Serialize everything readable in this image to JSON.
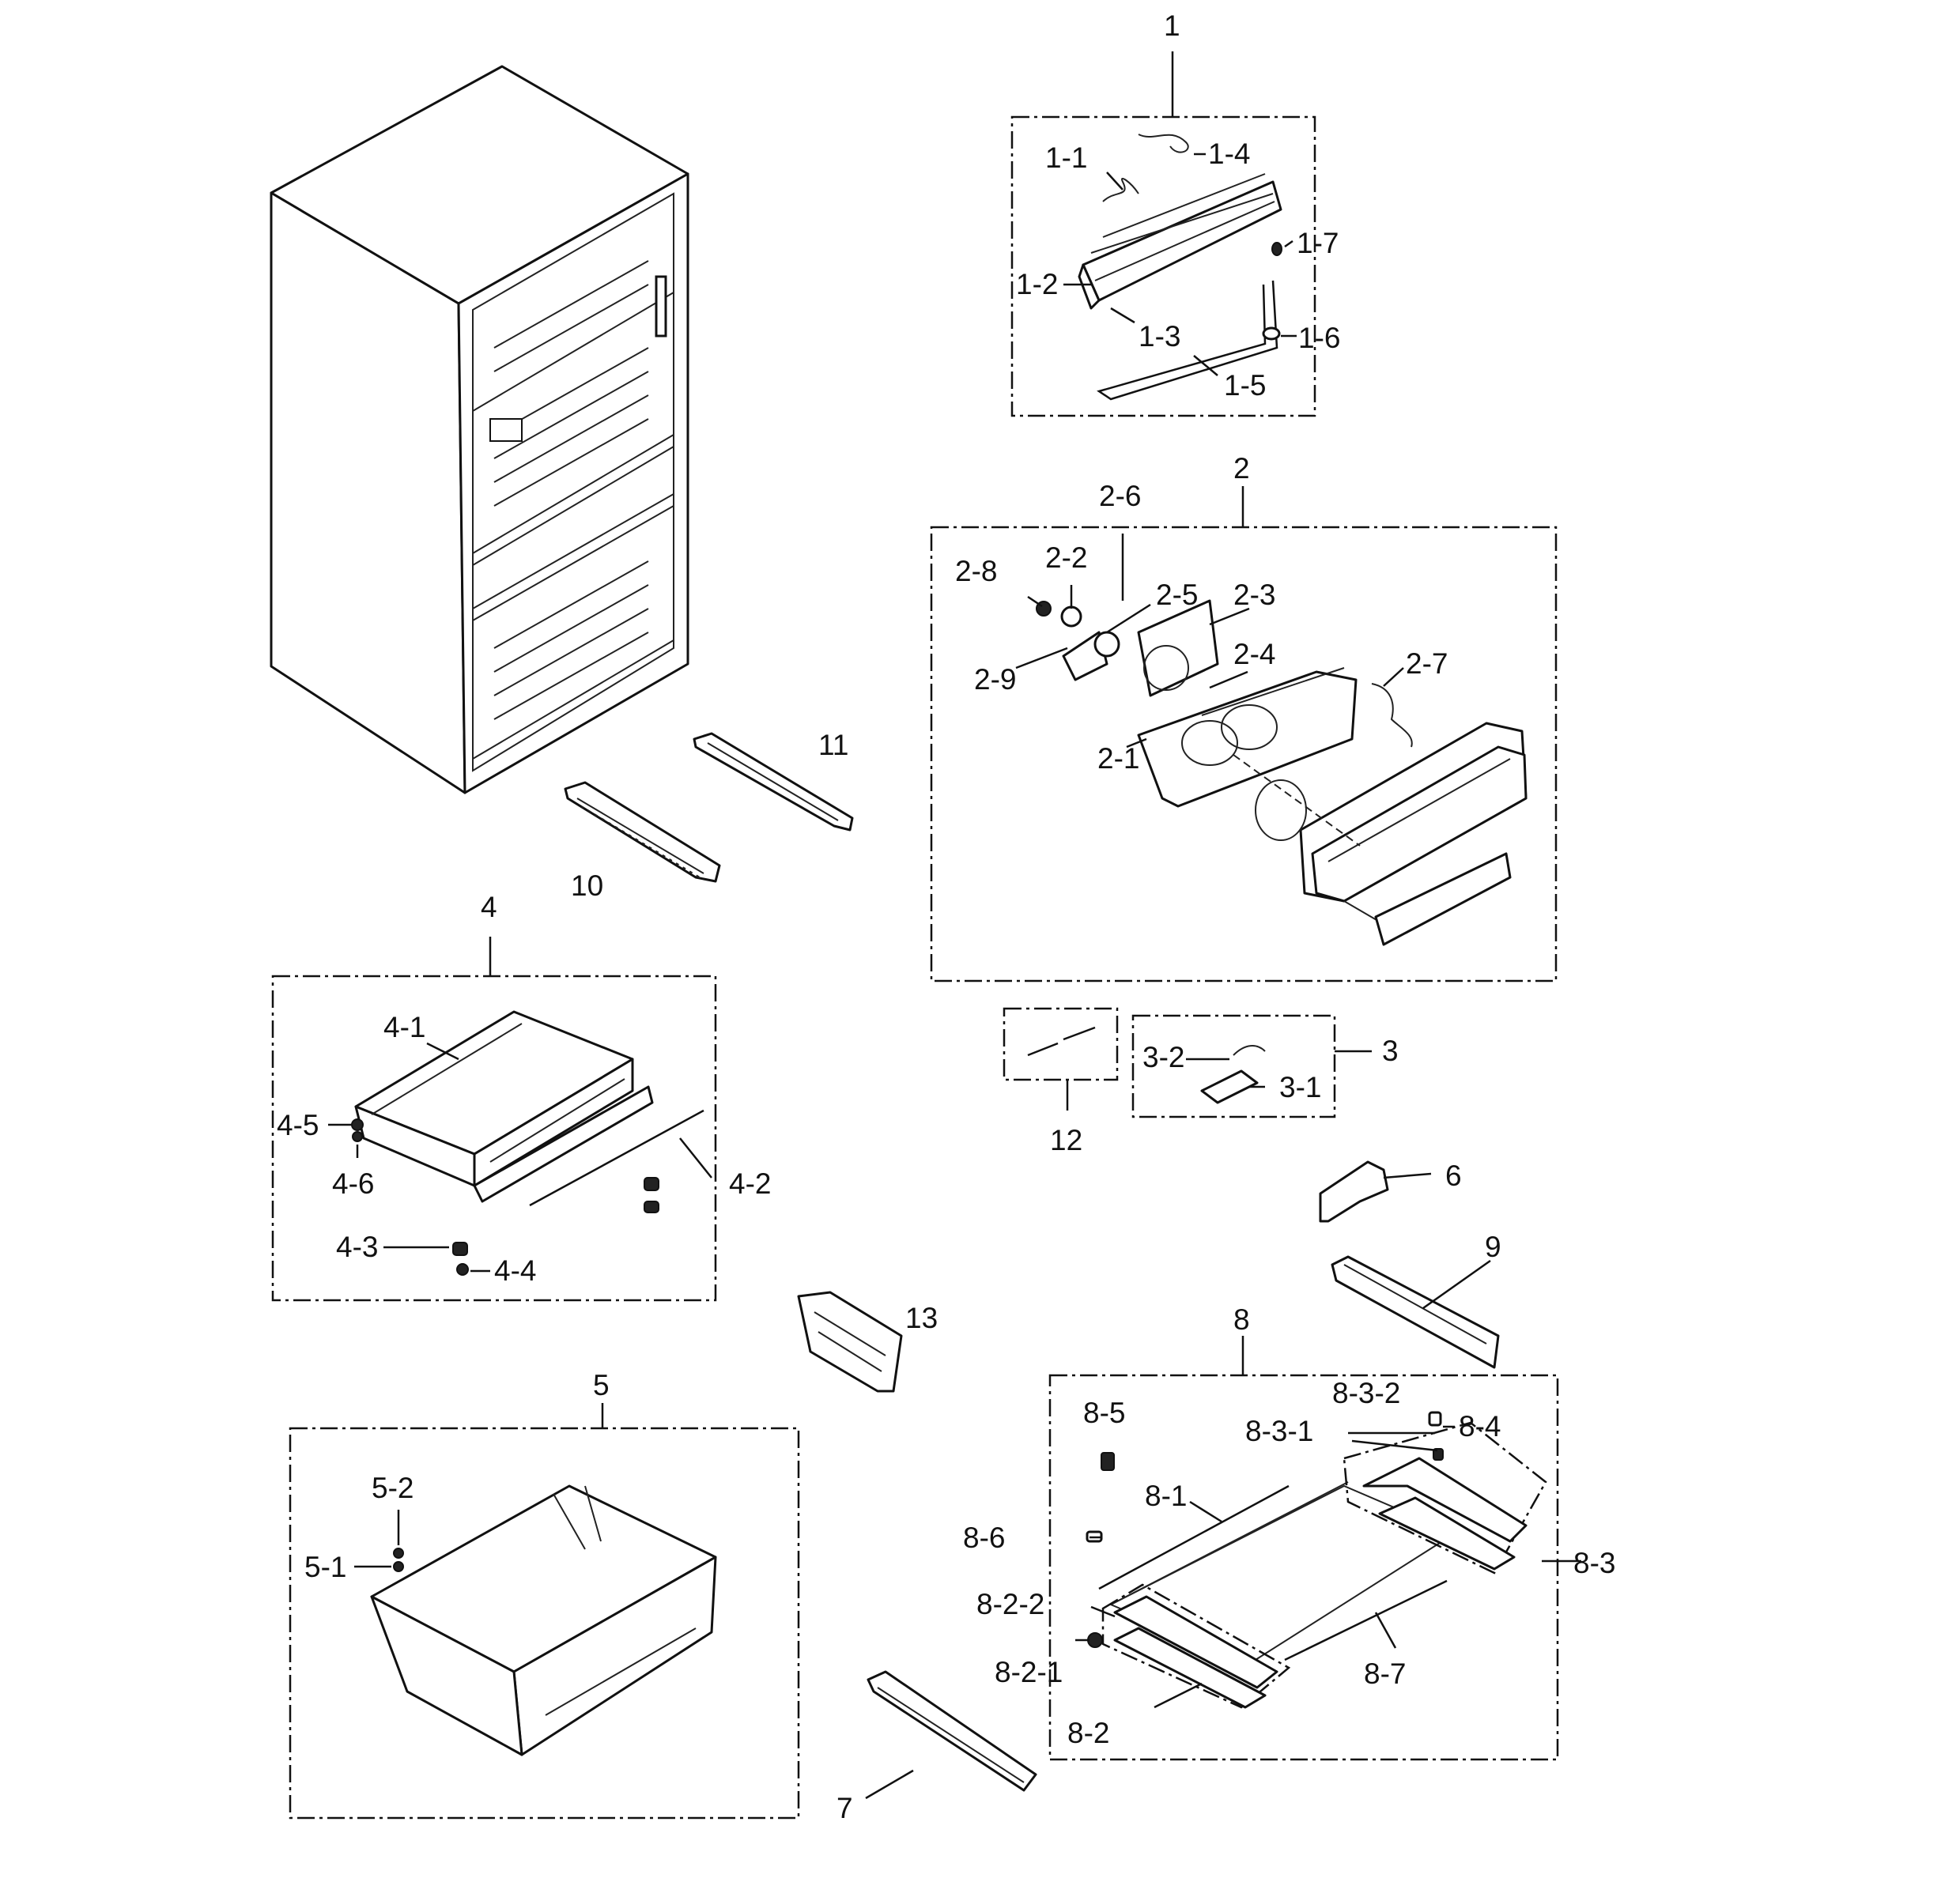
{
  "labels": {
    "g1": "1",
    "p1_1": "1-1",
    "p1_2": "1-2",
    "p1_3": "1-3",
    "p1_4": "1-4",
    "p1_5": "1-5",
    "p1_6": "1-6",
    "p1_7": "1-7",
    "g2": "2",
    "p2_1": "2-1",
    "p2_2": "2-2",
    "p2_3": "2-3",
    "p2_4": "2-4",
    "p2_5": "2-5",
    "p2_6": "2-6",
    "p2_7": "2-7",
    "p2_8": "2-8",
    "p2_9": "2-9",
    "g3": "3",
    "p3_1": "3-1",
    "p3_2": "3-2",
    "g4": "4",
    "p4_1": "4-1",
    "p4_2": "4-2",
    "p4_3": "4-3",
    "p4_4": "4-4",
    "p4_5": "4-5",
    "p4_6": "4-6",
    "g5": "5",
    "p5_1": "5-1",
    "p5_2": "5-2",
    "p6": "6",
    "p7": "7",
    "g8": "8",
    "p8_1": "8-1",
    "p8_2": "8-2",
    "p8_2_1": "8-2-1",
    "p8_2_2": "8-2-2",
    "p8_3": "8-3",
    "p8_3_1": "8-3-1",
    "p8_3_2": "8-3-2",
    "p8_4": "8-4",
    "p8_5": "8-5",
    "p8_6": "8-6",
    "p8_7": "8-7",
    "p9": "9",
    "p10": "10",
    "p11": "11",
    "p12": "12",
    "p13": "13"
  }
}
